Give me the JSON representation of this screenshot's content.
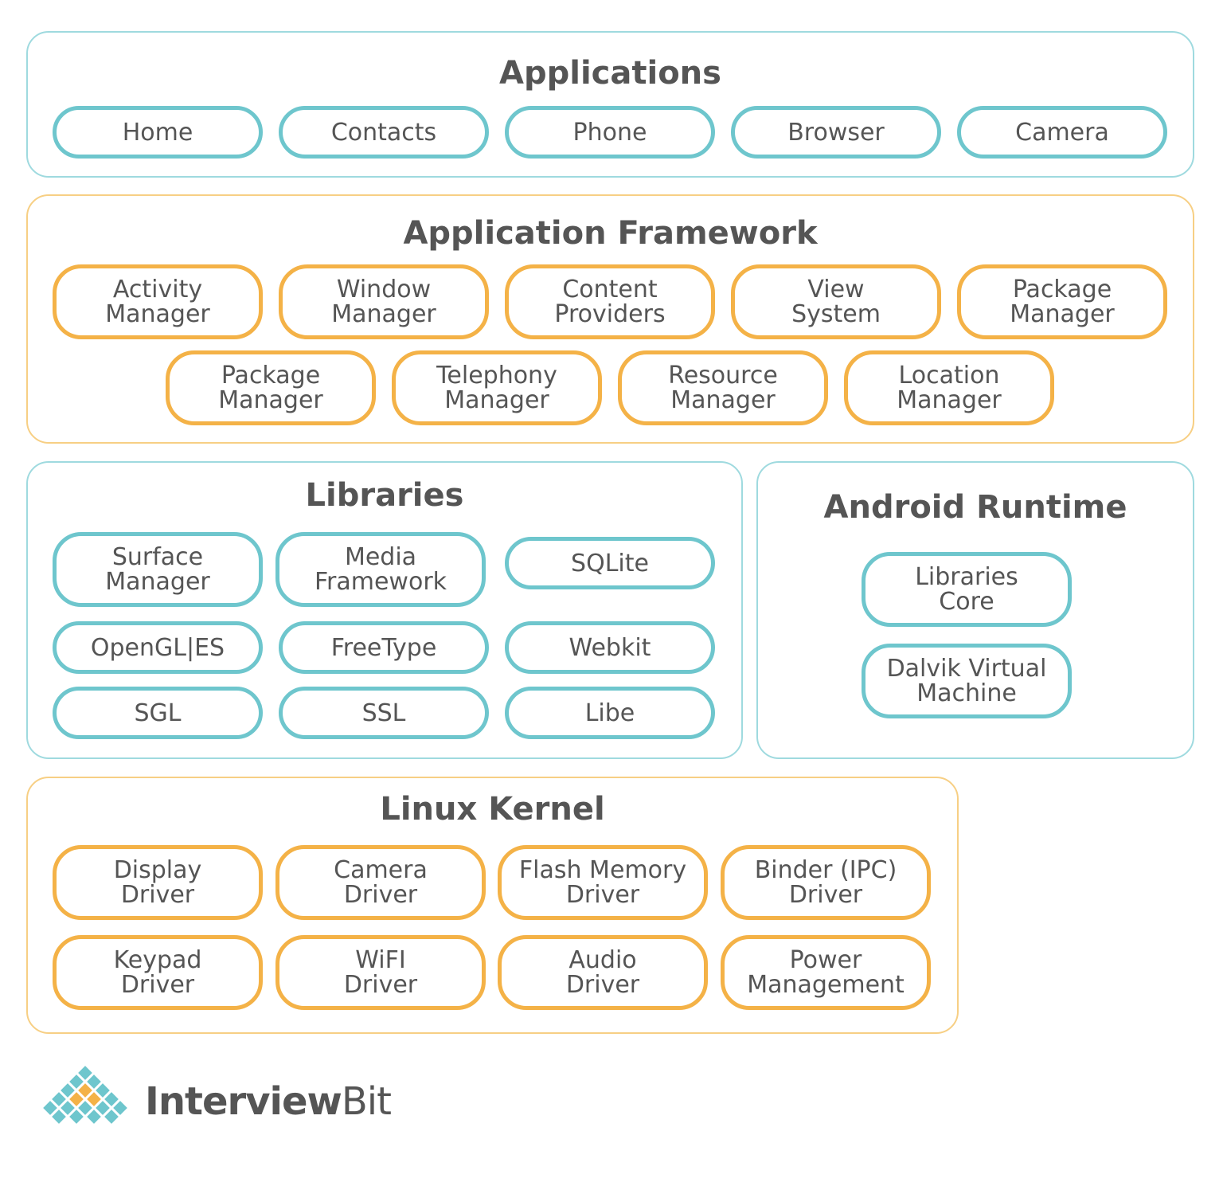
{
  "colors": {
    "teal_border": "#6ec6cd",
    "teal_layer_border": "#9fdadf",
    "orange_border": "#f4b247",
    "orange_layer_border": "#f7cf84",
    "text": "#555555"
  },
  "applications": {
    "title": "Applications",
    "items": [
      {
        "line1": "Home",
        "line2": ""
      },
      {
        "line1": "Contacts",
        "line2": ""
      },
      {
        "line1": "Phone",
        "line2": ""
      },
      {
        "line1": "Browser",
        "line2": ""
      },
      {
        "line1": "Camera",
        "line2": ""
      }
    ]
  },
  "framework": {
    "title": "Application Framework",
    "row1": [
      {
        "line1": "Activity",
        "line2": "Manager"
      },
      {
        "line1": "Window",
        "line2": "Manager"
      },
      {
        "line1": "Content",
        "line2": "Providers"
      },
      {
        "line1": "View",
        "line2": "System"
      },
      {
        "line1": "Package",
        "line2": "Manager"
      }
    ],
    "row2": [
      {
        "line1": "Package",
        "line2": "Manager"
      },
      {
        "line1": "Telephony",
        "line2": "Manager"
      },
      {
        "line1": "Resource",
        "line2": "Manager"
      },
      {
        "line1": "Location",
        "line2": "Manager"
      }
    ]
  },
  "libraries": {
    "title": "Libraries",
    "items": [
      {
        "line1": "Surface",
        "line2": "Manager"
      },
      {
        "line1": "Media",
        "line2": "Framework"
      },
      {
        "line1": "SQLite",
        "line2": ""
      },
      {
        "line1": "OpenGL|ES",
        "line2": ""
      },
      {
        "line1": "FreeType",
        "line2": ""
      },
      {
        "line1": "Webkit",
        "line2": ""
      },
      {
        "line1": "SGL",
        "line2": ""
      },
      {
        "line1": "SSL",
        "line2": ""
      },
      {
        "line1": "Libe",
        "line2": ""
      }
    ]
  },
  "runtime": {
    "title": "Android Runtime",
    "items": [
      {
        "line1": "Libraries",
        "line2": "Core"
      },
      {
        "line1": "Dalvik Virtual",
        "line2": "Machine"
      }
    ]
  },
  "kernel": {
    "title": "Linux Kernel",
    "items": [
      {
        "line1": "Display",
        "line2": "Driver"
      },
      {
        "line1": "Camera",
        "line2": "Driver"
      },
      {
        "line1": "Flash Memory",
        "line2": "Driver"
      },
      {
        "line1": "Binder (IPC)",
        "line2": "Driver"
      },
      {
        "line1": "Keypad",
        "line2": "Driver"
      },
      {
        "line1": "WiFI",
        "line2": "Driver"
      },
      {
        "line1": "Audio",
        "line2": "Driver"
      },
      {
        "line1": "Power",
        "line2": "Management"
      }
    ]
  },
  "logo": {
    "name_bold": "Interview",
    "name_regular": "Bit"
  }
}
